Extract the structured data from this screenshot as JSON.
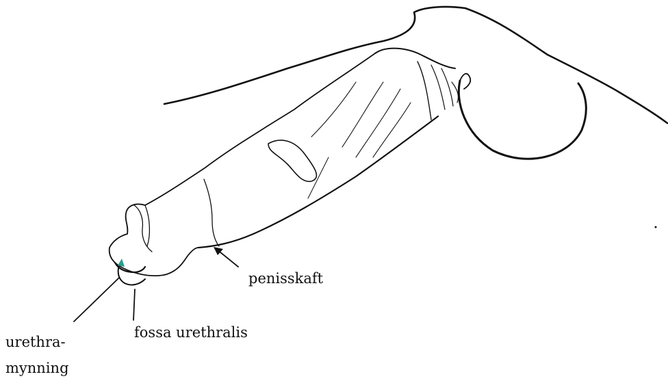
{
  "labels": {
    "shaft": "penisskaft",
    "fossa": "fossa urethralis",
    "orifice_line1": "urethra-",
    "orifice_line2": "mynning"
  },
  "colors": {
    "ink": "#111111",
    "accent_arrow": "#2a9d8f",
    "background": "#ffffff"
  }
}
